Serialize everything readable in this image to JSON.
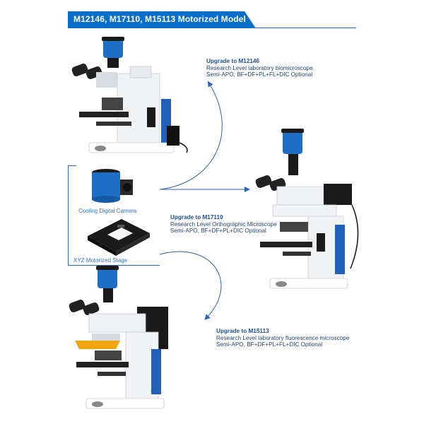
{
  "header": {
    "title": "M12146, M17110, M15113 Motorized Model",
    "band_color": "#0a6ecb"
  },
  "upgrades": [
    {
      "title": "Upgrade to M12146",
      "line1": "Research Level laboratory biomicroscope",
      "line2": "Semi-APO, BF+DF+PL+FL+DIC Optional"
    },
    {
      "title": "Upgrade to M17110",
      "line1": "Research Level Orthographic Microscope",
      "line2": "Semi-APO, BF+DF+PL+DIC Optional"
    },
    {
      "title": "Upgrade to M15113",
      "line1": "Research Level laboratory fluorescence microscope",
      "line2": "Semi-APO, BF+DF+PL+FL+DIC Optional"
    }
  ],
  "accessories": {
    "camera_caption": "Cooling Digital Camera",
    "stage_caption": "XYZ Motorized Stage"
  },
  "colors": {
    "accent_blue": "#2a62b4",
    "camera_blue": "#1d6fc6",
    "filter_orange": "#f2a50f"
  },
  "icons": [
    "microscope-m12146-image",
    "microscope-m17110-image",
    "microscope-m15113-image",
    "camera-icon",
    "motorized-stage-icon",
    "arrow-icon"
  ]
}
